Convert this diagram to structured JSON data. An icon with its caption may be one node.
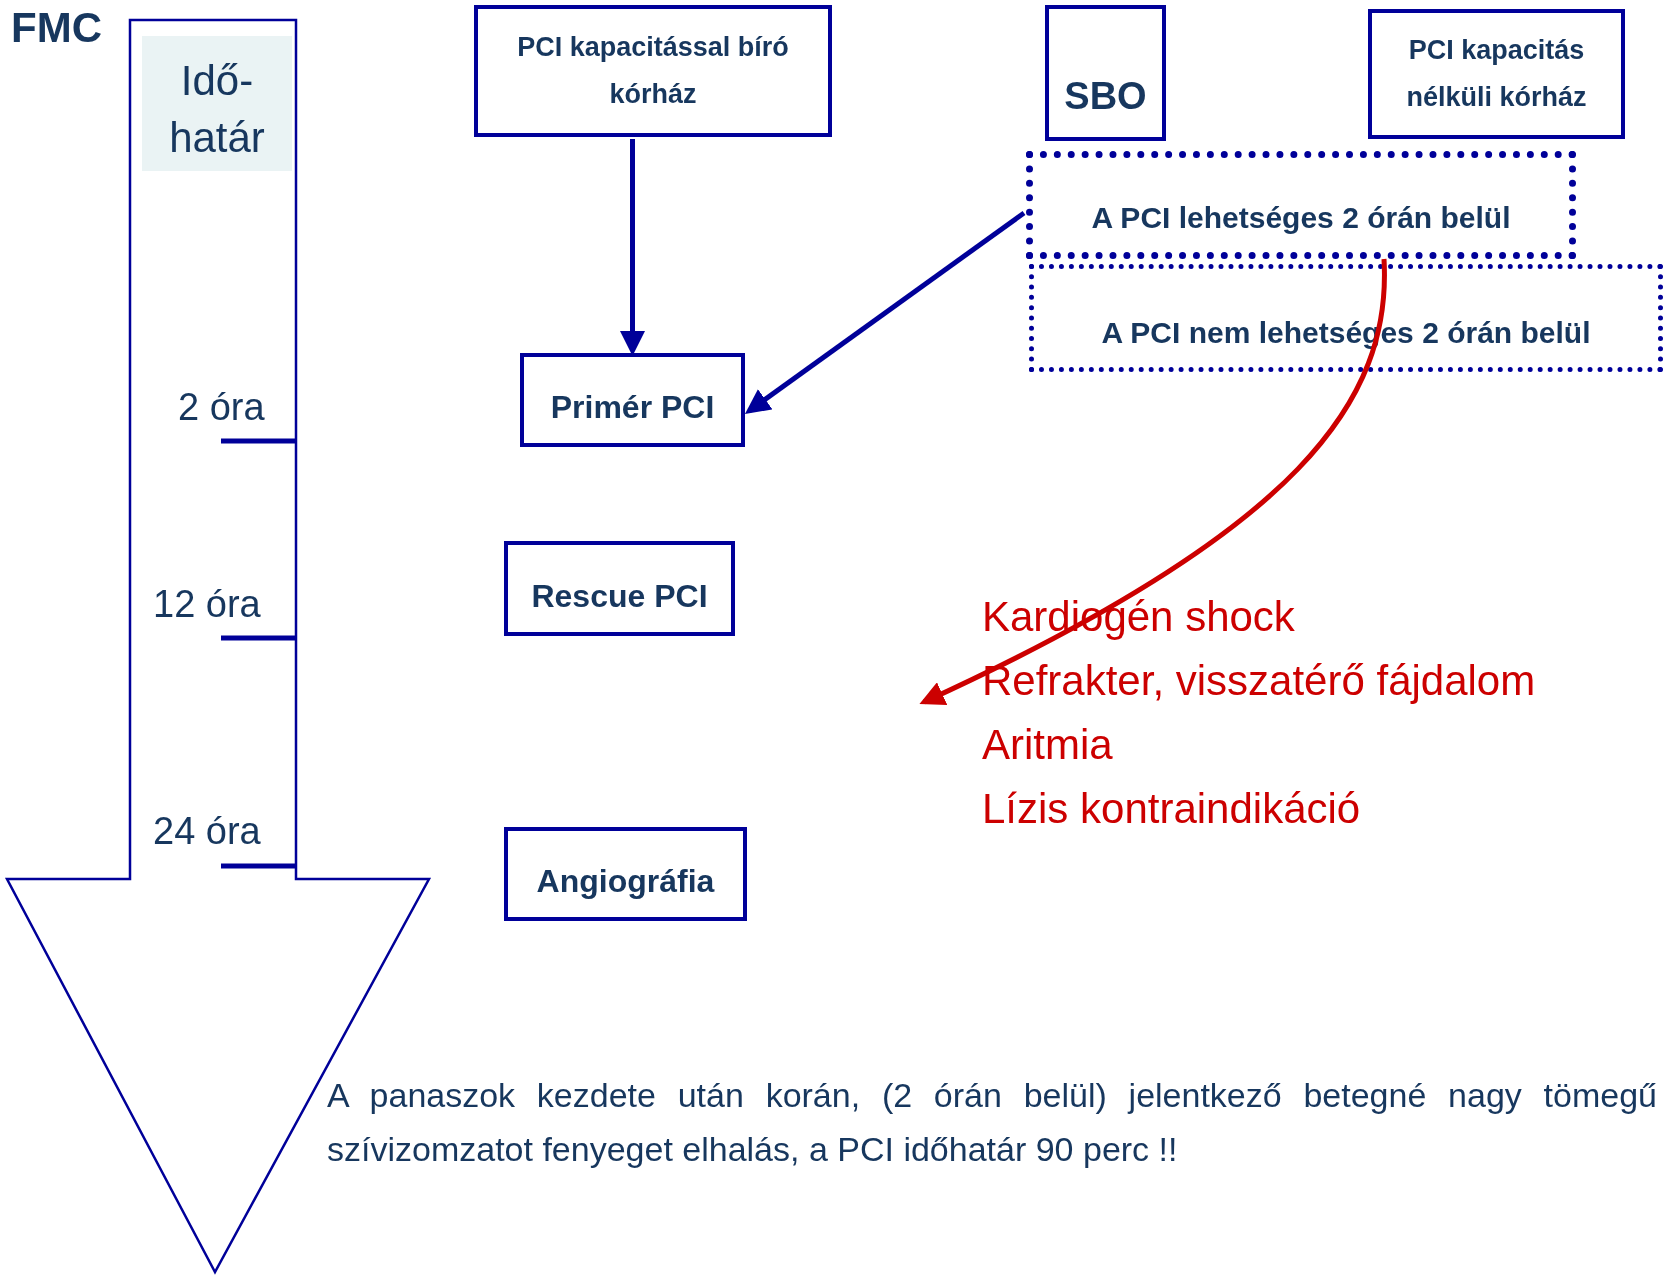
{
  "diagram": {
    "nodes": [
      {
        "text": [],
        "shape": "arrow"
      },
      {
        "text": [
          "Idő-határ"
        ],
        "in": 0
      },
      {
        "text": [
          "PCI kapacitással bíró kórház"
        ]
      },
      {
        "text": [
          "SBO"
        ]
      },
      {
        "text": [
          "PCI kapacitás nélküli kórház"
        ]
      },
      {
        "text": [
          "A PCI lehetséges 2 órán belül"
        ]
      },
      {
        "text": [
          "A PCI nem lehetséges 2 órán belül"
        ]
      },
      {
        "text": [
          "Primér PCI"
        ]
      },
      {
        "text": [
          "Rescue PCI"
        ]
      },
      {
        "text": [
          "Angiográfia"
        ]
      }
    ],
    "edges": [
      {
        "from": 2,
        "to": 7,
        "arrow": "to"
      },
      {
        "from": 5,
        "to": 7,
        "arrow": "to"
      },
      {
        "from": 5,
        "to": null,
        "arrow": "to",
        "color": "#cc0000"
      }
    ],
    "labels": [
      "FMC",
      "2 óra",
      "12 óra",
      "24 óra",
      "Kardiogén shock",
      "Refrakter, visszatérő fájdalom",
      "Aritmia",
      "Lízis kontraindikáció",
      "A panaszok kezdete után korán, (2 órán belül) jelentkező betegné nagy tömegű szívizomzatot fenyeget elhalás, a PCI időhatár 90 perc !!"
    ]
  }
}
